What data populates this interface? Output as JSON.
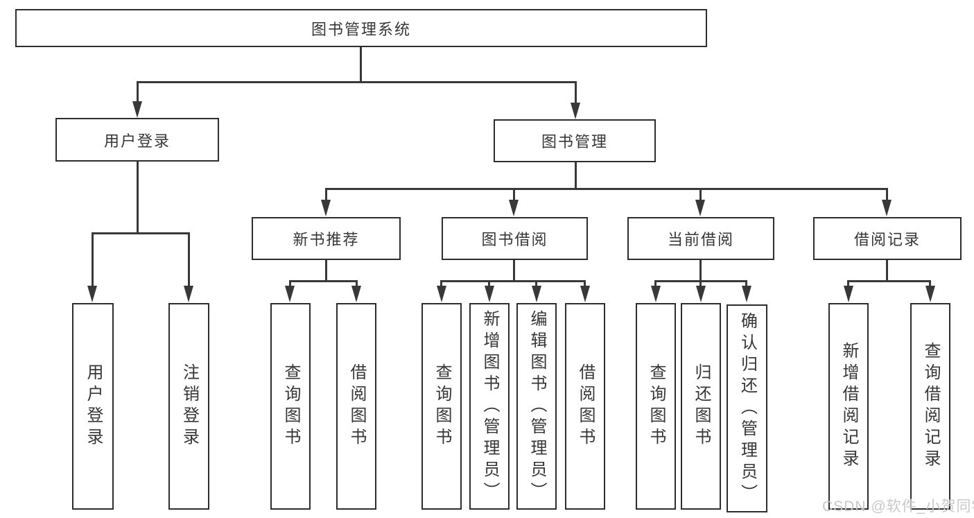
{
  "watermark": "CSDN @软件_小贺同学",
  "colors": {
    "line": "#383838",
    "box_border": "#2d2d2d",
    "text": "#363636",
    "background": "#ffffff",
    "watermark_text": "#c8c8c8"
  },
  "tree": {
    "root": {
      "label": "图书管理系统"
    },
    "branches": [
      {
        "label": "用户登录",
        "children": [
          {
            "label": "用户登录"
          },
          {
            "label": "注销登录"
          }
        ]
      },
      {
        "label": "图书管理",
        "groups": [
          {
            "label": "新书推荐",
            "children": [
              {
                "label": "查询图书"
              },
              {
                "label": "借阅图书"
              }
            ]
          },
          {
            "label": "图书借阅",
            "children": [
              {
                "label": "查询图书"
              },
              {
                "label": "新增图书（管理员）"
              },
              {
                "label": "编辑图书（管理员）"
              },
              {
                "label": "借阅图书"
              }
            ]
          },
          {
            "label": "当前借阅",
            "children": [
              {
                "label": "查询图书"
              },
              {
                "label": "归还图书"
              },
              {
                "label": "确认归还（管理员）"
              }
            ]
          },
          {
            "label": "借阅记录",
            "children": [
              {
                "label": "新增借阅记录"
              },
              {
                "label": "查询借阅记录"
              }
            ]
          }
        ]
      }
    ]
  }
}
